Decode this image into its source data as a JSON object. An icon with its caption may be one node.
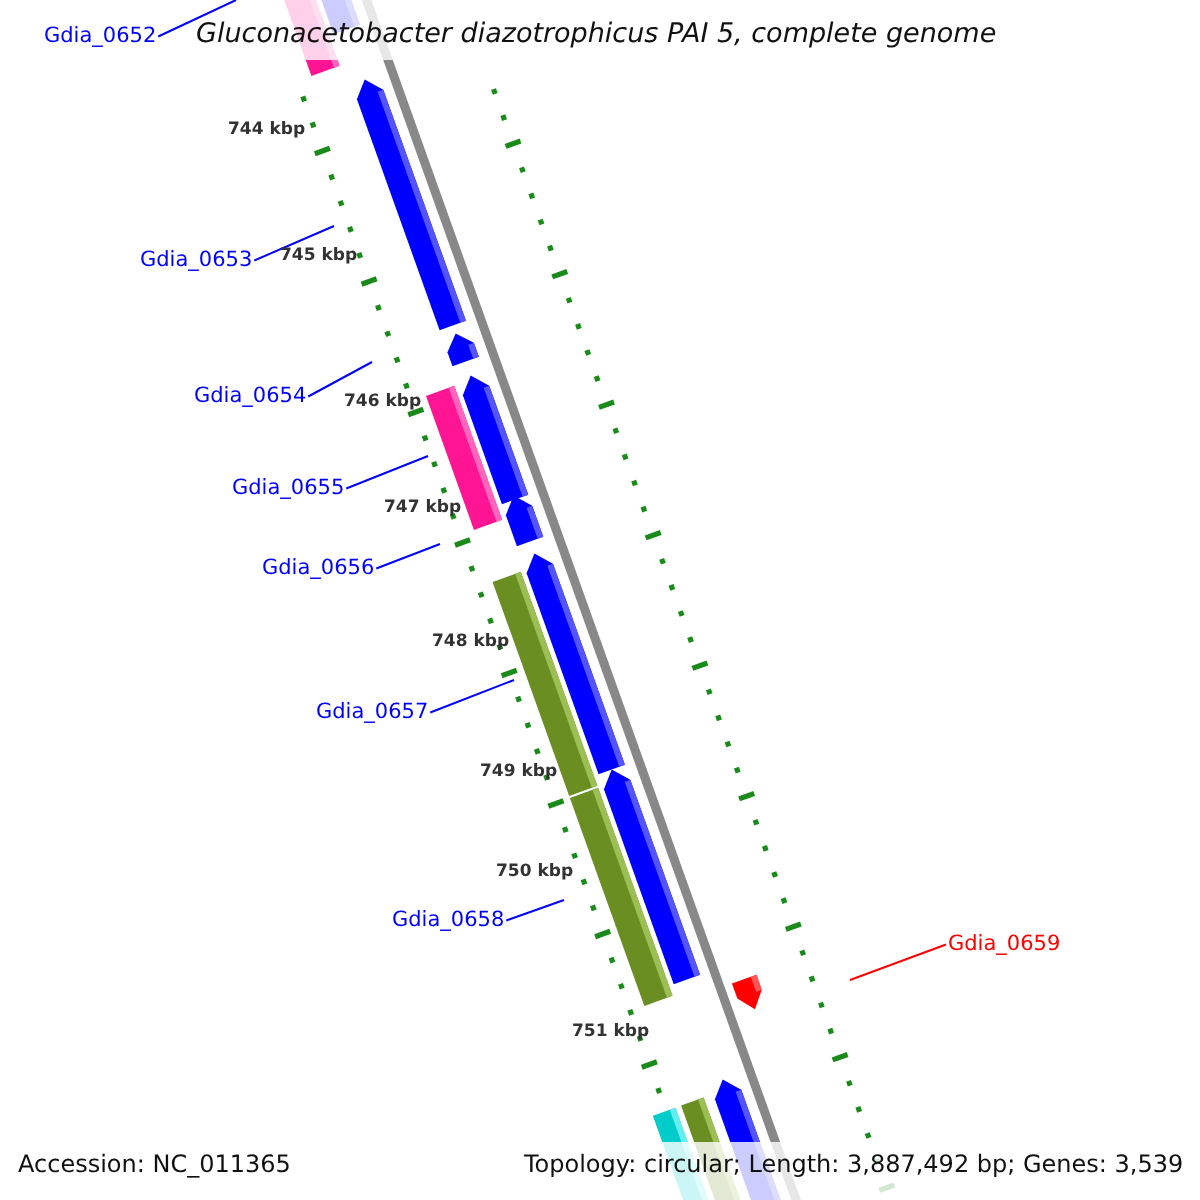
{
  "diagram": {
    "title": "Gluconacetobacter diazotrophicus PAI 5, complete genome",
    "nodes": [
      {
        "text": [
          "Gdia_0652"
        ]
      },
      {
        "text": [
          "Gdia_0653"
        ]
      },
      {
        "text": [
          "Gdia_0654"
        ]
      },
      {
        "text": [
          "Gdia_0655"
        ]
      },
      {
        "text": [
          "Gdia_0656"
        ]
      },
      {
        "text": [
          "Gdia_0657"
        ]
      },
      {
        "text": [
          "Gdia_0658"
        ]
      },
      {
        "text": [
          "Gdia_0659"
        ]
      }
    ],
    "edges": [
      {
        "from": 0,
        "to": null,
        "arrow": "none"
      },
      {
        "from": 1,
        "to": null,
        "arrow": "none"
      },
      {
        "from": 2,
        "to": null,
        "arrow": "none"
      },
      {
        "from": 3,
        "to": null,
        "arrow": "none"
      },
      {
        "from": 4,
        "to": null,
        "arrow": "none"
      },
      {
        "from": 5,
        "to": null,
        "arrow": "none"
      },
      {
        "from": 6,
        "to": null,
        "arrow": "none"
      },
      {
        "from": 7,
        "to": null,
        "arrow": "none",
        "color": "#ff0000"
      }
    ],
    "labels": [
      "744 kbp",
      "745 kbp",
      "746 kbp",
      "747 kbp",
      "748 kbp",
      "749 kbp",
      "750 kbp",
      "751 kbp",
      "Accession: NC_011365",
      "Topology: circular; Length: 3,887,492 bp; Genes: 3,539"
    ]
  }
}
